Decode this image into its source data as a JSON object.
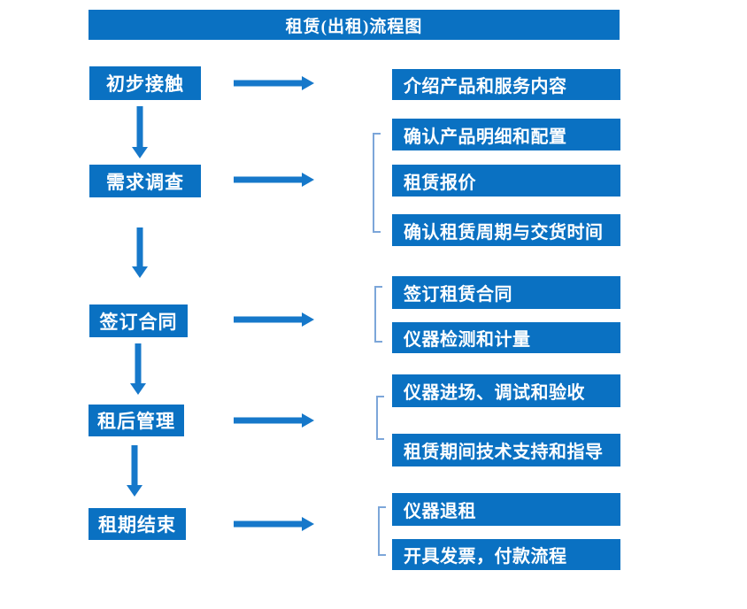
{
  "title": "租赁(出租)流程图",
  "colors": {
    "box_blue": "#0a71c2",
    "arrow_blue": "#1678ca",
    "bracket_blue": "#7ca6d9",
    "text_white": "#ffffff",
    "background": "#ffffff"
  },
  "flow": {
    "steps": [
      {
        "label": "初步接触",
        "outputs": [
          "介绍产品和服务内容"
        ]
      },
      {
        "label": "需求调查",
        "outputs": [
          "确认产品明细和配置",
          "租赁报价",
          "确认租赁周期与交货时间"
        ]
      },
      {
        "label": "签订合同",
        "outputs": [
          "签订租赁合同",
          "仪器检测和计量"
        ]
      },
      {
        "label": "租后管理",
        "outputs": [
          "仪器进场、调试和验收",
          "租赁期间技术支持和指导"
        ]
      },
      {
        "label": "租期结束",
        "outputs": [
          "仪器退租",
          "开具发票，付款流程"
        ]
      }
    ]
  }
}
